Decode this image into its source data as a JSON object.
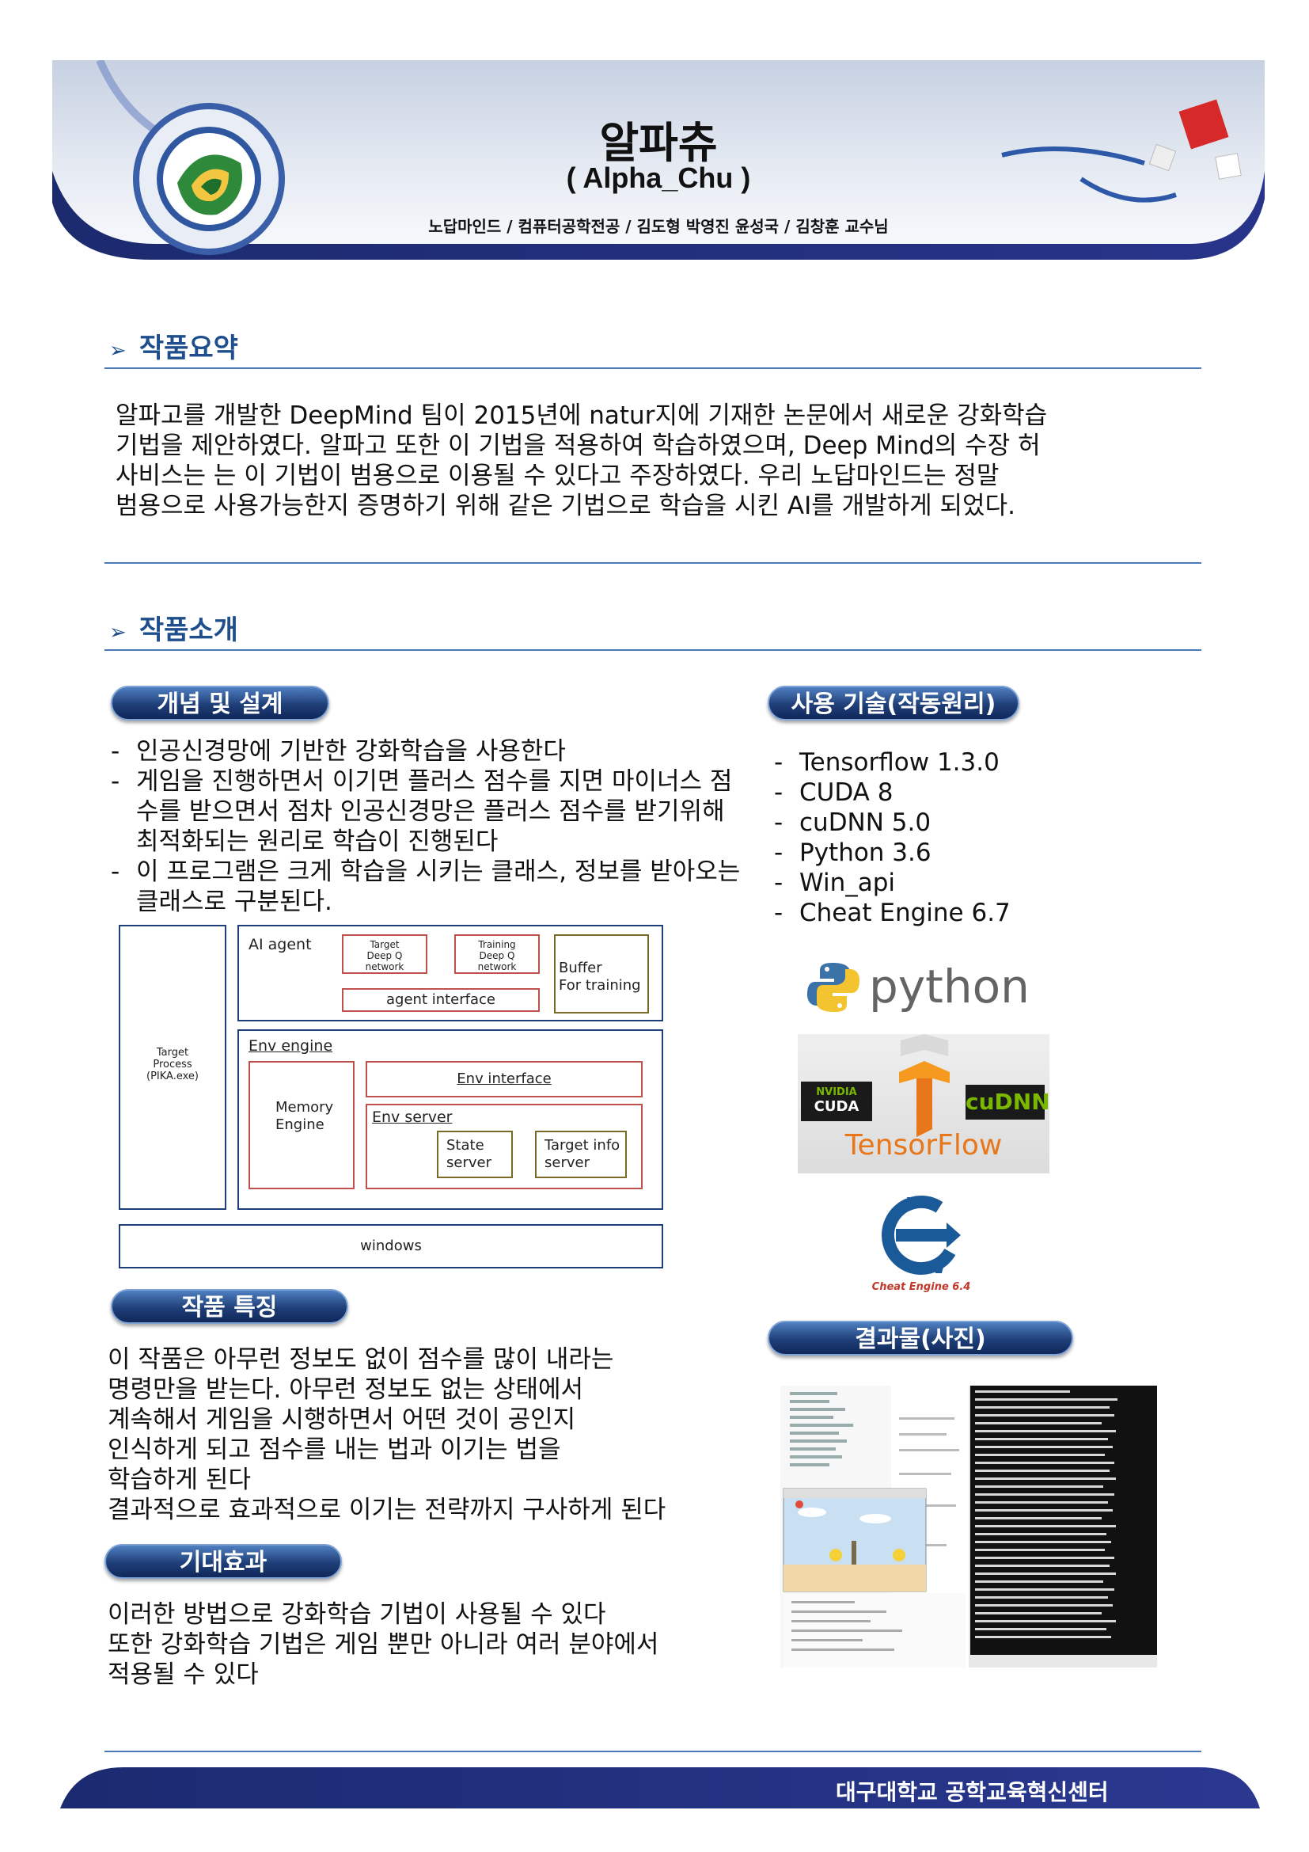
{
  "header": {
    "title": "알파츄",
    "subtitle": "( Alpha_Chu )",
    "credits": "노답마인드 / 컴퓨터공학전공 / 김도형 박영진 윤성국 / 김창훈 교수님"
  },
  "summary": {
    "heading": "작품요약",
    "lines": [
      "알파고를 개발한 DeepMind 팀이 2015년에 natur지에 기재한  논문에서 새로운 강화학습",
      "기법을 제안하였다. 알파고 또한 이 기법을 적용하여 학습하였으며, Deep Mind의 수장 허",
      "사비스는 는 이 기법이 범용으로 이용될 수 있다고 주장하였다. 우리 노답마인드는 정말",
      "범용으로 사용가능한지 증명하기 위해 같은 기법으로 학습을 시킨 AI를 개발하게 되었다."
    ]
  },
  "intro": {
    "heading": "작품소개",
    "concept": {
      "label": "개념 및 설계",
      "items": [
        "인공신경망에 기반한 강화학습을 사용한다",
        "게임을 진행하면서 이기면 플러스 점수를 지면 마이너스 점수를 받으면서 점차 인공신경망은 플러스 점수를 받기위해 최적화되는 원리로 학습이 진행된다",
        "이 프로그램은 크게 학습을 시키는 클래스, 정보를 받아오는 클래스로 구분된다."
      ]
    },
    "diagram": {
      "target_process": [
        "Target",
        "Process",
        "(PIKA.exe)"
      ],
      "ai_agent": "AI agent",
      "target_dqn": [
        "Target",
        "Deep Q",
        "network"
      ],
      "training_dqn": [
        "Training",
        "Deep Q",
        "network"
      ],
      "buffer": [
        "Buffer",
        "For training"
      ],
      "agent_interface": "agent interface",
      "env_engine": "Env engine",
      "memory_engine": [
        "Memory",
        "Engine"
      ],
      "env_interface": "Env interface",
      "env_server": "Env server",
      "state_server": [
        "State",
        "server"
      ],
      "target_info_server": [
        "Target info",
        "server"
      ],
      "windows": "windows"
    },
    "features": {
      "label": "작품 특징",
      "lines": [
        "이 작품은 아무런 정보도 없이 점수를 많이 내라는",
        "명령만을 받는다. 아무런 정보도 없는 상태에서",
        "계속해서 게임을 시행하면서 어떤 것이 공인지",
        "인식하게 되고 점수를 내는 법과 이기는 법을",
        "학습하게 된다",
        "결과적으로 효과적으로 이기는 전략까지 구사하게 된다"
      ]
    },
    "effects": {
      "label": "기대효과",
      "lines": [
        "이러한 방법으로 강화학습 기법이 사용될 수 있다",
        "또한 강화학습 기법은 게임 뿐만 아니라 여러 분야에서",
        "적용될 수 있다"
      ]
    },
    "tech": {
      "label": "사용 기술(작동원리)",
      "items": [
        "Tensorflow 1.3.0",
        "CUDA 8",
        "cuDNN 5.0",
        "Python 3.6",
        "Win_api",
        "Cheat Engine 6.7"
      ],
      "logos": {
        "python": "python",
        "nvidia": "NVIDIA",
        "cuda": "CUDA",
        "cudnn": "cuDNN",
        "tensorflow": "TensorFlow",
        "cheat_engine": "Cheat Engine 6.4"
      }
    },
    "results": {
      "label": "결과물(사진)"
    }
  },
  "footer": {
    "org": "대구대학교 공학교육혁신센터"
  },
  "colors": {
    "heading_blue": "#1f4e8c",
    "rule_blue": "#4a78b6",
    "box_orange": "#c0504d",
    "box_navy": "#1f3f78"
  }
}
